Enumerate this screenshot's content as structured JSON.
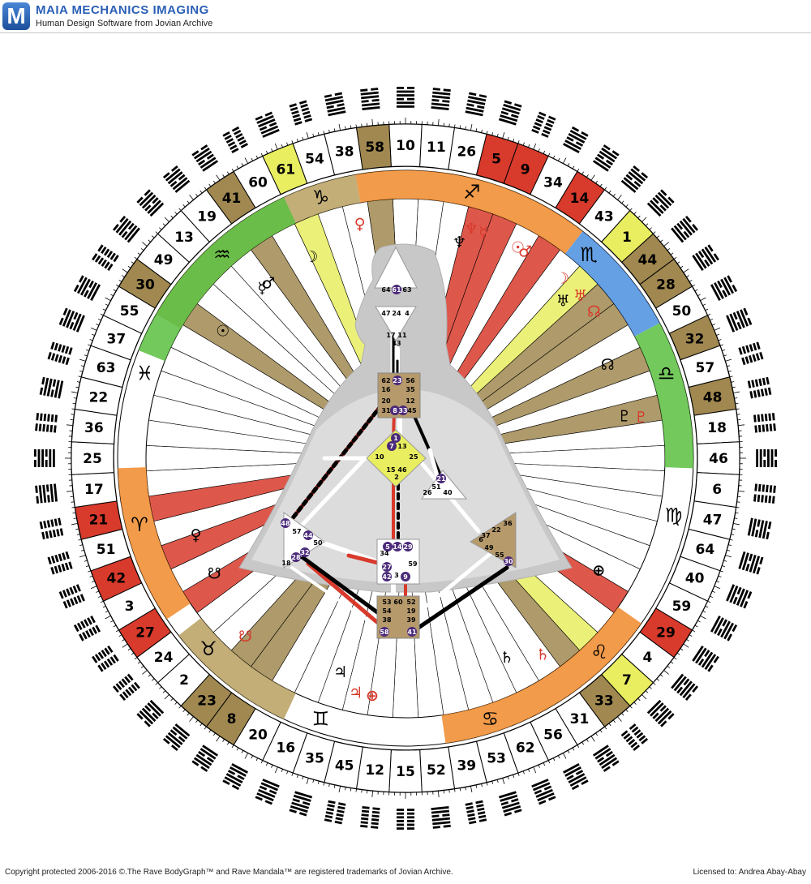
{
  "header": {
    "logo_letter": "M",
    "title": "MAIA MECHANICS IMAGING",
    "subtitle": "Human Design Software from Jovian Archive"
  },
  "footer": {
    "copyright": "Copyright protected 2006-2016 ©.The Rave BodyGraph™ and Rave Mandala™ are registered trademarks of Jovian Archive.",
    "license": "Licensed to: Andrea Abay-Abay"
  },
  "colors": {
    "design_red": "#d83a2c",
    "personality_black": "#000000",
    "tan": "#a08850",
    "yellow": "#e8ee60",
    "defined_center": "#b69a6c",
    "ring_line": "#000000"
  },
  "mandala": {
    "gates_clockwise_from_top": [
      10,
      11,
      26,
      5,
      9,
      34,
      14,
      43,
      1,
      44,
      28,
      50,
      32,
      57,
      48,
      18,
      46,
      6,
      47,
      64,
      40,
      59,
      29,
      4,
      7,
      33,
      31,
      56,
      62,
      53,
      39,
      52,
      15,
      12,
      45,
      35,
      16,
      20,
      8,
      23,
      2,
      24,
      27,
      3,
      42,
      51,
      21,
      17,
      25,
      36,
      22,
      63,
      37,
      55,
      30,
      49,
      13,
      19,
      41,
      60,
      61,
      54,
      38,
      58
    ],
    "gate_colors": {
      "5": "#d83a2c",
      "9": "#d83a2c",
      "14": "#d83a2c",
      "29": "#d83a2c",
      "21": "#d83a2c",
      "42": "#d83a2c",
      "27": "#d83a2c",
      "1": "#e8ee60",
      "61": "#e8ee60",
      "7": "#e8ee60",
      "44": "#a08850",
      "28": "#a08850",
      "32": "#a08850",
      "48": "#a08850",
      "33": "#a08850",
      "23": "#a08850",
      "8": "#a08850",
      "41": "#a08850",
      "30": "#a08850",
      "58": "#a08850"
    },
    "zodiac": [
      {
        "symbol": "♑",
        "angle": -18
      },
      {
        "symbol": "♐",
        "angle": 14
      },
      {
        "symbol": "♏",
        "angle": 42
      },
      {
        "symbol": "♎",
        "angle": 72
      },
      {
        "symbol": "♍",
        "angle": 102
      },
      {
        "symbol": "♌",
        "angle": 135
      },
      {
        "symbol": "♋",
        "angle": 162
      },
      {
        "symbol": "♊",
        "angle": 198
      },
      {
        "symbol": "♉",
        "angle": 226
      },
      {
        "symbol": "♈",
        "angle": 256
      },
      {
        "symbol": "♓",
        "angle": 288
      },
      {
        "symbol": "♒",
        "angle": 318
      }
    ],
    "planets": [
      {
        "symbol": "♀",
        "angle": -11,
        "color": "#d83a2c"
      },
      {
        "symbol": "☽",
        "angle": -25,
        "color": "#000000"
      },
      {
        "symbol": "♂",
        "angle": -38,
        "color": "#000000"
      },
      {
        "symbol": "☿",
        "angle": -40,
        "color": "#000000"
      },
      {
        "symbol": "☉",
        "angle": -55,
        "color": "#000000"
      },
      {
        "symbol": "♆",
        "angle": 14,
        "color": "#000000"
      },
      {
        "symbol": "♆",
        "angle": 16,
        "color": "#d83a2c"
      },
      {
        "symbol": "☿",
        "angle": 19,
        "color": "#d83a2c"
      },
      {
        "symbol": "☉",
        "angle": 28,
        "color": "#d83a2c"
      },
      {
        "symbol": "♂",
        "angle": 30,
        "color": "#d83a2c"
      },
      {
        "symbol": "☽",
        "angle": 41,
        "color": "#d83a2c"
      },
      {
        "symbol": "♅",
        "angle": 45,
        "color": "#000000"
      },
      {
        "symbol": "♅",
        "angle": 47,
        "color": "#d83a2c"
      },
      {
        "symbol": "☊",
        "angle": 52,
        "color": "#d83a2c"
      },
      {
        "symbol": "☊",
        "angle": 65,
        "color": "#000000"
      },
      {
        "symbol": "♇",
        "angle": 79,
        "color": "#000000"
      },
      {
        "symbol": "♇",
        "angle": 80,
        "color": "#d83a2c"
      },
      {
        "symbol": "⊕",
        "angle": 120,
        "color": "#000000"
      },
      {
        "symbol": "♄",
        "angle": 145,
        "color": "#d83a2c"
      },
      {
        "symbol": "♄",
        "angle": 153,
        "color": "#000000"
      },
      {
        "symbol": "♀",
        "angle": -110,
        "color": "#000000"
      },
      {
        "symbol": "☋",
        "angle": -121,
        "color": "#000000"
      },
      {
        "symbol": "☋",
        "angle": -138,
        "color": "#d83a2c"
      },
      {
        "symbol": "♃",
        "angle": -163,
        "color": "#000000"
      },
      {
        "symbol": "♃",
        "angle": -168,
        "color": "#d83a2c"
      },
      {
        "symbol": "⊕",
        "angle": -172,
        "color": "#d83a2c"
      }
    ]
  },
  "bodygraph": {
    "head_gates": [
      "64",
      "61",
      "63"
    ],
    "ajna_gates": [
      "47",
      "24",
      "4",
      "17",
      "11",
      "43"
    ],
    "throat_gates": [
      "62",
      "23",
      "56",
      "16",
      "35",
      "20",
      "12",
      "31",
      "8",
      "33",
      "45"
    ],
    "g_gates": [
      "1",
      "7",
      "13",
      "10",
      "25",
      "15",
      "46",
      "2"
    ],
    "ego_gates": [
      "21",
      "26",
      "51",
      "40"
    ],
    "spleen_gates": [
      "48",
      "57",
      "44",
      "50",
      "32",
      "28",
      "18"
    ],
    "solar_gates": [
      "36",
      "22",
      "6",
      "37",
      "49",
      "55",
      "30"
    ],
    "sacral_gates": [
      "5",
      "14",
      "29",
      "34",
      "27",
      "59",
      "42",
      "3",
      "9"
    ],
    "root_gates": [
      "53",
      "60",
      "52",
      "54",
      "19",
      "38",
      "39",
      "58",
      "41"
    ]
  }
}
